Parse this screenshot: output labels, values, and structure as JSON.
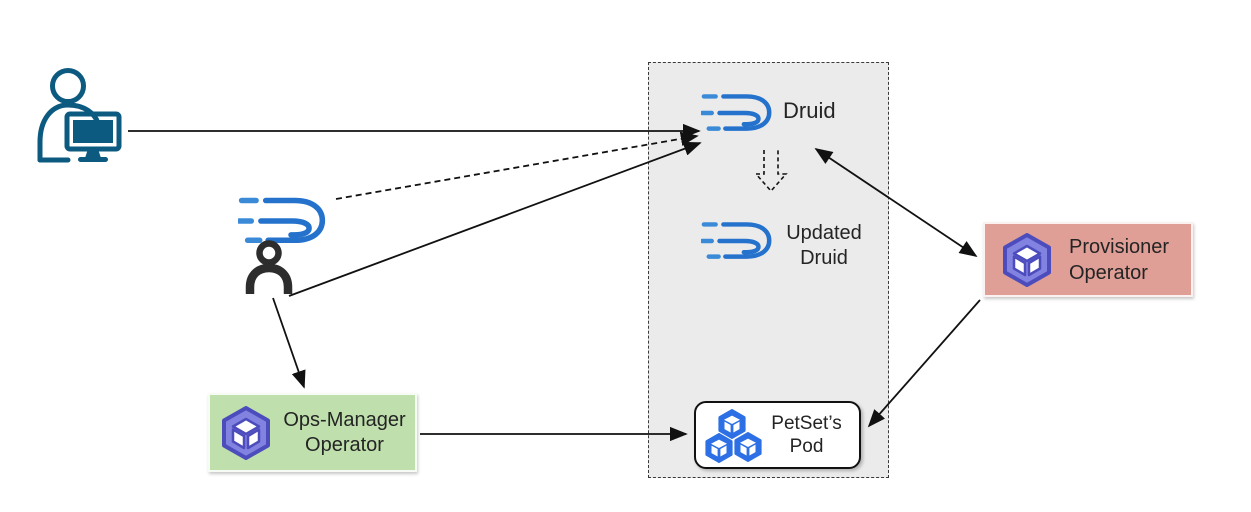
{
  "diagram": {
    "kind": "kubernetes-druid-operator-architecture"
  },
  "nodes": {
    "user": {
      "icon": "person-at-computer-icon"
    },
    "druid_cr": {
      "icon": "druid-logo-with-person-icon"
    },
    "ops_manager_operator": {
      "icon": "operator-cube-icon",
      "label_line1": "Ops-Manager",
      "label_line2": "Operator"
    },
    "namespace_box": {
      "druid": {
        "icon": "druid-logo-icon",
        "label": "Druid"
      },
      "updated_druid": {
        "icon": "druid-logo-icon",
        "label_line1": "Updated",
        "label_line2": "Druid"
      },
      "petset_pod": {
        "icon": "pod-cubes-icon",
        "label_line1": "PetSet’s",
        "label_line2": "Pod"
      }
    },
    "provisioner_operator": {
      "icon": "operator-cube-icon",
      "label_line1": "Provisioner",
      "label_line2": "Operator"
    }
  },
  "connections": [
    {
      "from": "user",
      "to": "druid",
      "style": "solid-arrow"
    },
    {
      "from": "druid_cr",
      "to": "druid",
      "style": "dashed-arrow"
    },
    {
      "from": "druid_cr_person",
      "to": "druid",
      "style": "solid-arrow"
    },
    {
      "from": "druid_cr_person",
      "to": "ops_manager_operator",
      "style": "solid-arrow"
    },
    {
      "from": "ops_manager_operator",
      "to": "petset_pod",
      "style": "solid-arrow"
    },
    {
      "from": "druid",
      "to": "updated_druid",
      "style": "dashed-hollow-down-arrow"
    },
    {
      "from": "provisioner_operator",
      "to": "druid",
      "style": "solid-double-arrow"
    },
    {
      "from": "provisioner_operator",
      "to": "petset_pod",
      "style": "solid-arrow"
    }
  ],
  "colors": {
    "teal": "#0d5a80",
    "dark_gray": "#2d2d2d",
    "arrow_black": "#111111",
    "druid_blue": "#2472cc",
    "druid_blue_light": "#3a8ad8",
    "gray_box_fill": "#ebebeb",
    "green_box_fill": "#bfe0ad",
    "pink_box_fill": "#df9f97",
    "purple_dark": "#4c4cbd",
    "purple_light": "#8282e0",
    "pod_blue": "#2d6fe4",
    "text_color": "#242424"
  }
}
